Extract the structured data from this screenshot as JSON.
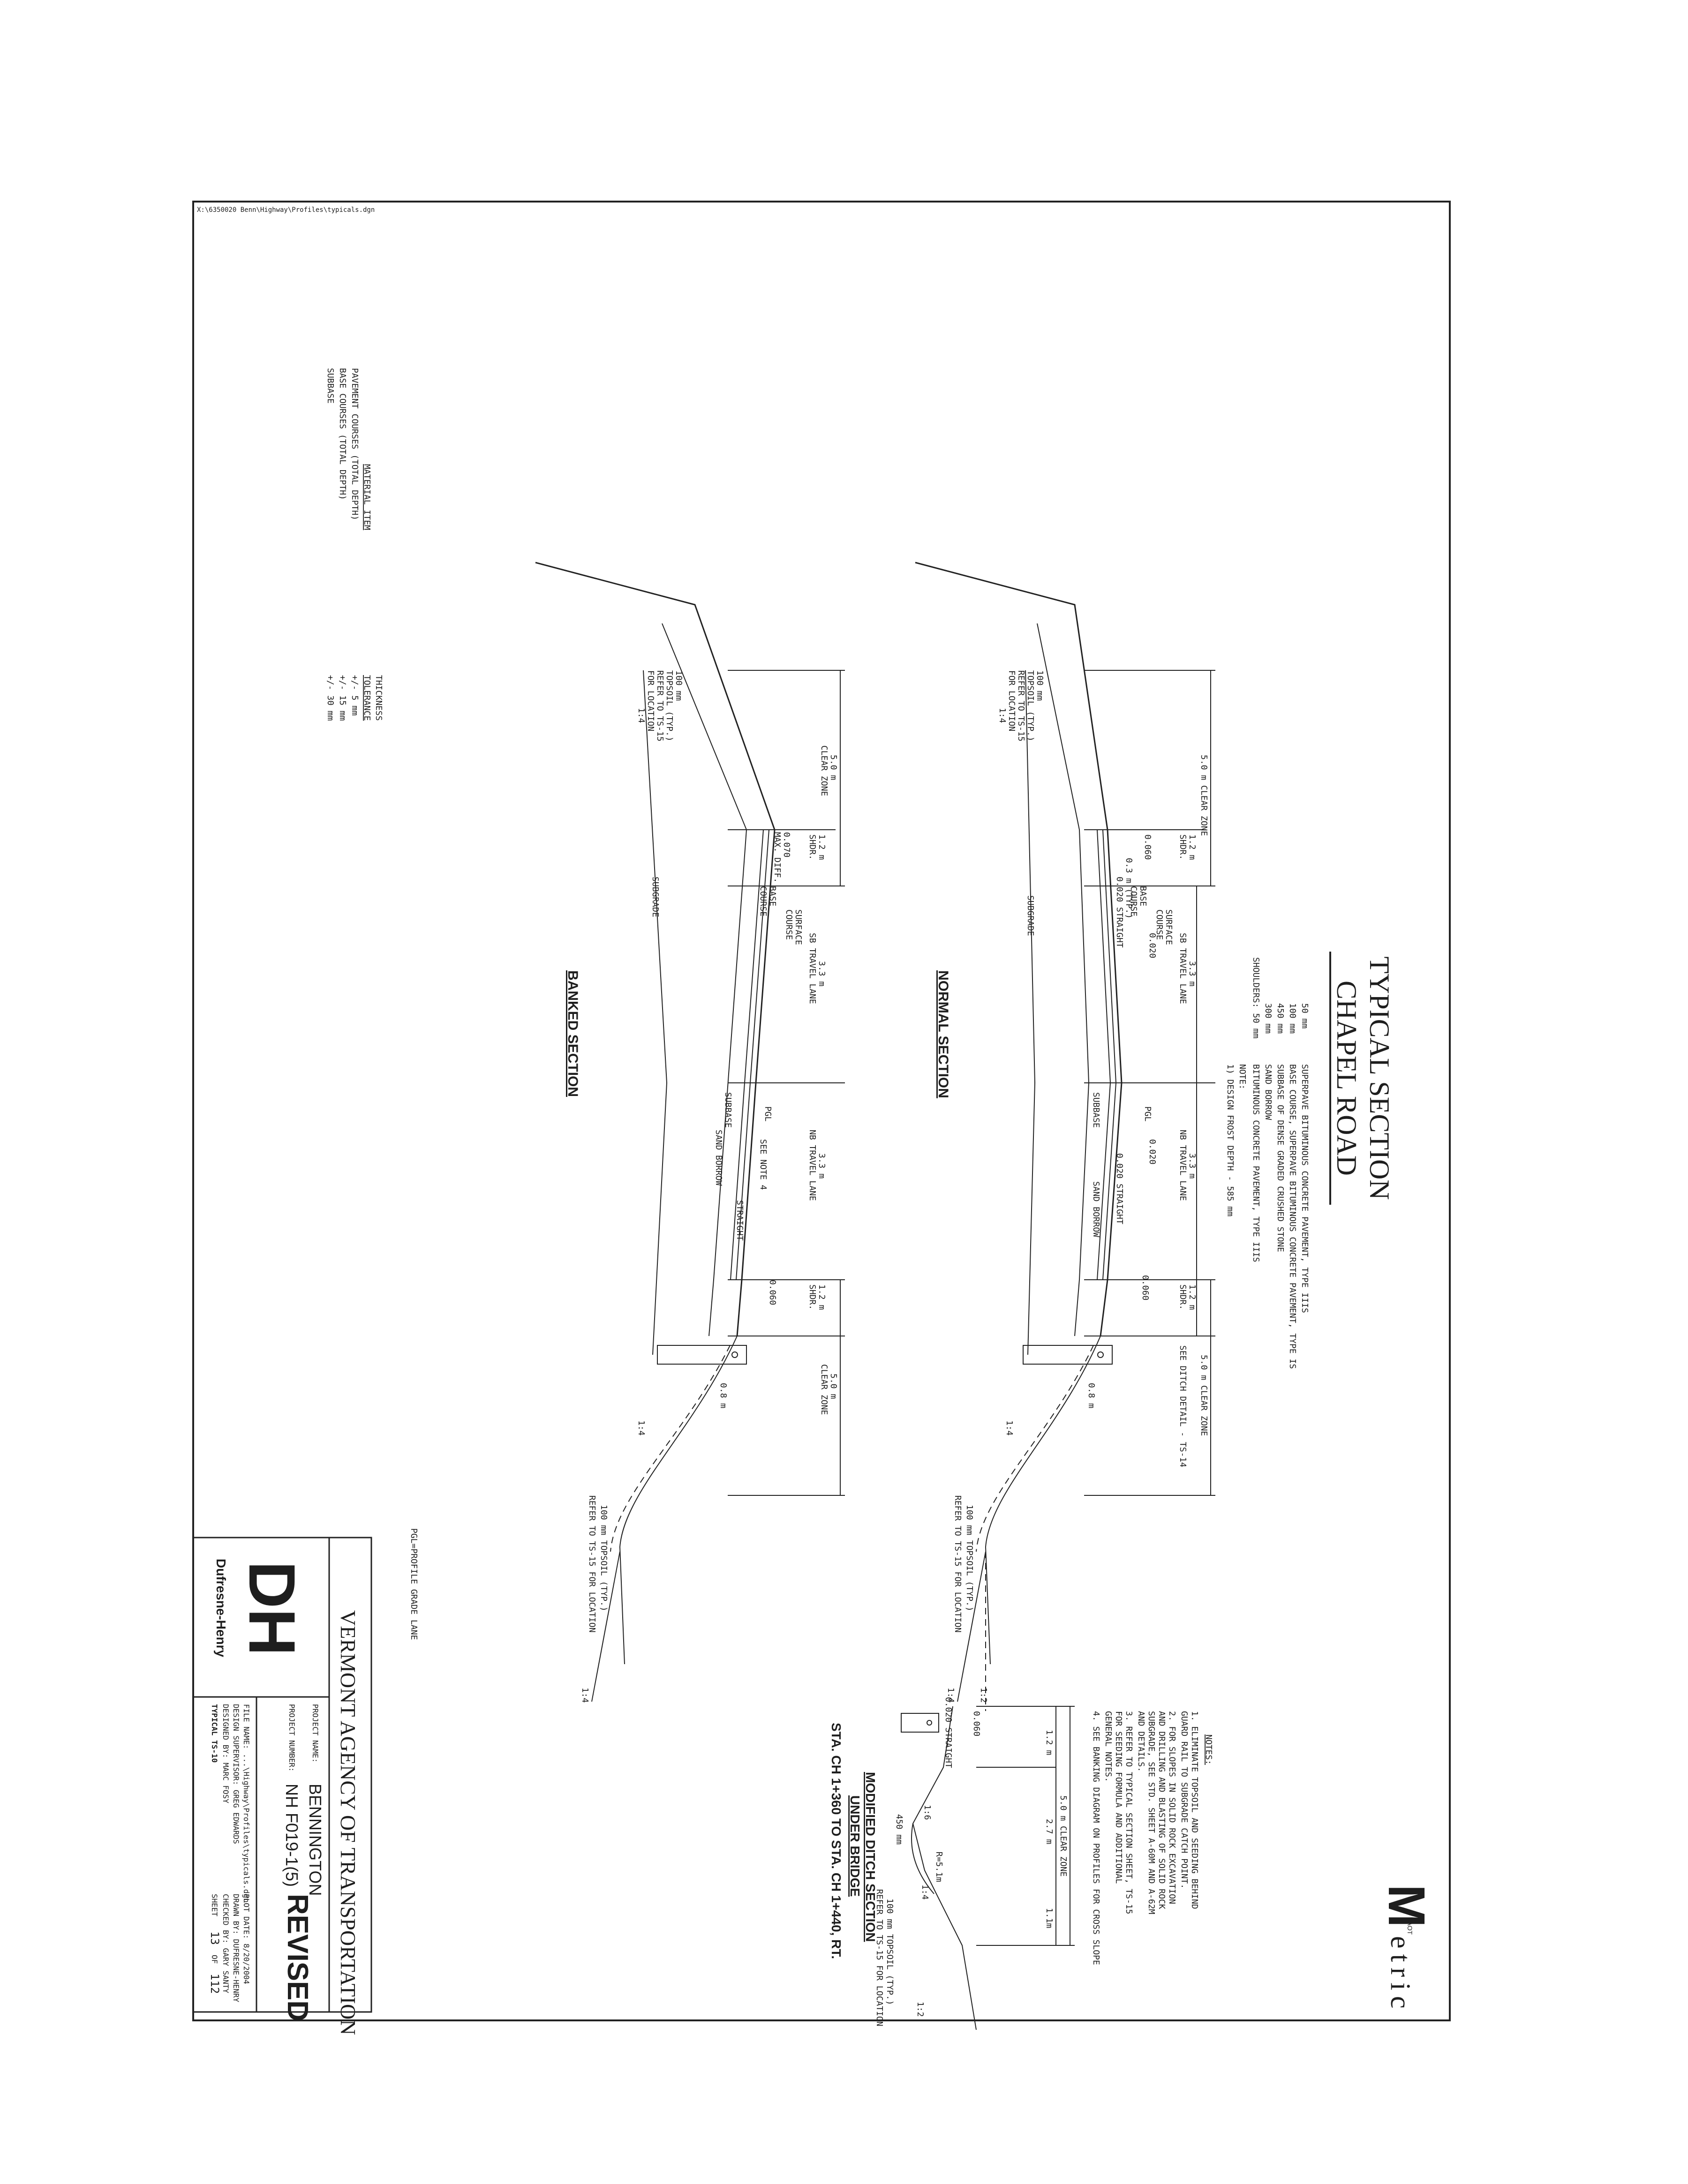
{
  "file_path": "X:\\6350020 Benn\\Highway\\Profiles\\typicals.dgn",
  "title": {
    "line1": "TYPICAL SECTION",
    "line2": "CHAPEL ROAD"
  },
  "materials": {
    "rows": [
      {
        "depth": "50 mm",
        "desc": "SUPERPAVE BITUMINOUS CONCRETE PAVEMENT, TYPE IIIS"
      },
      {
        "depth": "100 mm",
        "desc": "BASE COURSE, SUPERPAVE BITUMINOUS CONCRETE PAVEMENT, TYPE IS"
      },
      {
        "depth": "450 mm",
        "desc": "SUBBASE OF DENSE GRADED CRUSHED STONE"
      },
      {
        "depth": "300 mm",
        "desc": "SAND BORROW"
      },
      {
        "depth": "SHOULDERS:  50 mm",
        "desc": "BITUMINOUS CONCRETE PAVEMENT, TYPE IIIS"
      }
    ],
    "note_label": "NOTE:",
    "note_text": "1) DESIGN FROST DEPTH - 585 mm"
  },
  "tolerance": {
    "header_item": "MATERIAL ITEM",
    "header_tol_1": "THICKNESS",
    "header_tol_2": "TOLERANCE",
    "rows": [
      {
        "item": "PAVEMENT COURSES (TOTAL DEPTH)",
        "tol": "+/-  5 mm"
      },
      {
        "item": "BASE COURSES       (TOTAL DEPTH)",
        "tol": "+/-  15 mm"
      },
      {
        "item": "SUBBASE",
        "tol": "+/-  30 mm"
      }
    ]
  },
  "normal_section": {
    "label": "NORMAL SECTION",
    "clear_zone_left": "5.0 m CLEAR ZONE",
    "clear_zone_right": "5.0 m CLEAR ZONE",
    "shdr_width": "1.2 m",
    "shdr_label": "SHDR.",
    "lane_width": "3.3 m",
    "sb_lane": "SB TRAVEL LANE",
    "nb_lane": "NB TRAVEL LANE",
    "see_ditch": "SEE DITCH DETAIL - TS-14",
    "slope_060": "0.060",
    "slope_020": "0.020",
    "typ_03": "0.3 m (TYP.)",
    "straight": "0.020 STRAIGHT",
    "surface_course_1": "SURFACE",
    "surface_course_2": "COURSE",
    "base_course_1": "BASE",
    "base_course_2": "COURSE",
    "subbase": "SUBBASE",
    "sand_borrow": "SAND BORROW",
    "subgrade": "SUBGRADE",
    "pgl": "PGL",
    "topsoil_l1": "100 mm",
    "topsoil_l2": "TOPSOIL (TYP.)",
    "topsoil_l3": "REFER TO TS-15",
    "topsoil_l4": "FOR LOCATION",
    "topsoil_right_1": "100 mm TOPSOIL (TYP.)",
    "topsoil_right_2": "REFER TO TS-15 FOR LOCATION",
    "ratio_14": "1:4",
    "ratio_12": "1:2",
    "guard_offset": "0.8 m"
  },
  "banked_section": {
    "label": "BANKED SECTION",
    "clear_zone_left_1": "5.0 m",
    "clear_zone_left_2": "CLEAR ZONE",
    "clear_zone_right_1": "5.0 m",
    "clear_zone_right_2": "CLEAR ZONE",
    "shdr_width": "1.2 m",
    "shdr_label": "SHDR.",
    "lane_width": "3.3 m",
    "sb_lane": "SB TRAVEL LANE",
    "nb_lane": "NB TRAVEL LANE",
    "max_diff_1": "0.070",
    "max_diff_2": "MAX. DIFF.",
    "slope_060": "0.060",
    "straight": "STRAIGHT",
    "see_note": "SEE NOTE 4",
    "surface_course_1": "SURFACE",
    "surface_course_2": "COURSE",
    "base_course_1": "BASE",
    "base_course_2": "COURSE",
    "subbase": "SUBBASE",
    "sand_borrow": "SAND BORROW",
    "subgrade": "SUBGRADE",
    "pgl": "PGL",
    "topsoil_l1": "100 mm",
    "topsoil_l2": "TOPSOIL (TYP.)",
    "topsoil_l3": "REFER TO TS-15",
    "topsoil_l4": "FOR LOCATION",
    "topsoil_right_1": "100 mm TOPSOIL (TYP.)",
    "topsoil_right_2": "REFER TO TS-15 FOR LOCATION",
    "ratio_14": "1:4",
    "guard_offset": "0.8 m"
  },
  "pgl_note": "PGL=PROFILE GRADE LANE",
  "notes": {
    "header": "NOTES:",
    "items": [
      [
        "1. ELIMINATE TOPSOIL AND SEEDING BEHIND",
        "GUARD RAIL TO SUBGRADE CATCH POINT."
      ],
      [
        "2. FOR SLOPES IN SOLID ROCK EXCAVATION",
        "AND DRILLING AND BLASTING OF SOLID ROCK",
        "SUBGRADE, SEE STD. SHEET A-60M AND A-62M",
        "AND DETAILS."
      ],
      [
        "3. REFER TO TYPICAL SECTION SHEET, TS-15",
        "FOR SEEDING FORMULA AND ADDITIONAL",
        "GENERAL NOTES."
      ],
      [
        "4. SEE BANKING DIAGRAM ON PROFILES FOR CROSS SLOPE"
      ]
    ]
  },
  "ditch_section": {
    "title_1": "MODIFIED DITCH SECTION",
    "title_2": "UNDER BRIDGE",
    "station": "STA. CH 1+360 TO STA. CH 1+440, RT.",
    "clear_zone": "5.0 m CLEAR ZONE",
    "dim_12": "1.2 m",
    "dim_27": "2.7 m",
    "dim_11": "1.1m",
    "slope_060": "0.060",
    "straight": "0.020 STRAIGHT",
    "radius": "R=5.1m",
    "depth": "450 mm",
    "ratio_16": "1:6",
    "ratio_14": "1:4",
    "ratio_12": "1:2",
    "topsoil_1": "100 mm TOPSOIL (TYP.)",
    "topsoil_2": "REFER TO TS-15 FOR LOCATION"
  },
  "metric": {
    "logo_letter": "M",
    "logo_tag": "VAOT",
    "logo_word": "etric"
  },
  "title_block": {
    "agency": "VERMONT  AGENCY  OF  TRANSPORTATION",
    "project_name_label": "PROJECT NAME:",
    "project_name": "BENNINGTON",
    "project_number_label": "PROJECT NUMBER:",
    "project_number": "NH F019-1(5)",
    "revised": "REVISED",
    "file_name": "FILE NAME: ...\\Highway\\Profiles\\typicals.dgn",
    "plot_date": "PLOT DATE: 8/20/2004",
    "design_supervisor": "DESIGN SUPERVISOR: GREG EDWARDS",
    "drawn_by": "DRAWN BY: DUFRESNE-HENRY",
    "designed_by": "DESIGNED BY:        MARC FOSY",
    "checked_by": "CHECKED BY: GARY SANTY",
    "typical": "TYPICAL TS-10",
    "sheet_label": "SHEET",
    "sheet_num": "13",
    "sheet_of": "OF",
    "sheet_total": "112",
    "firm_logo": "DH",
    "firm_name": "Dufresne-Henry"
  }
}
